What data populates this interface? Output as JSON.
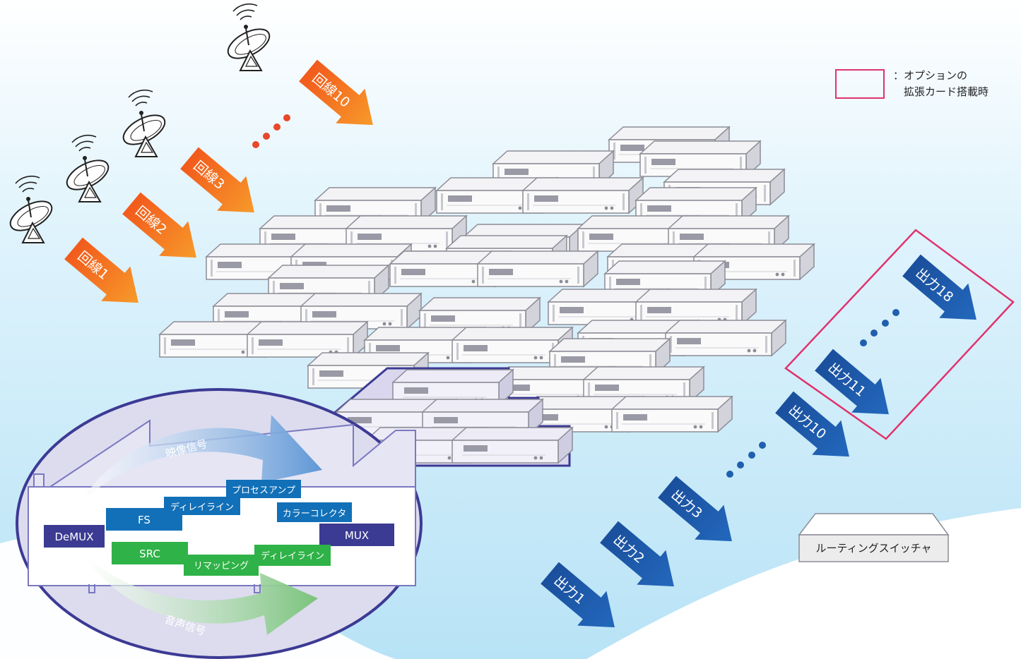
{
  "colors": {
    "sky": "#bfe7f8",
    "input_arrow": "#f07a20",
    "output_arrow": "#1f5fae",
    "option_frame": "#e0336d",
    "circle_border": "#3c3a94",
    "video_arrow": "#5f97d6",
    "audio_arrow": "#7ac37c",
    "blue_block": "#1170b8",
    "green_block": "#2fb247",
    "navy_block": "#3b3b93"
  },
  "legend": {
    "line1": "：オプションの",
    "line2": "　拡張カード搭載時"
  },
  "inputs": [
    {
      "label": "回線1"
    },
    {
      "label": "回線2"
    },
    {
      "label": "回線3"
    },
    {
      "label": "回線10"
    }
  ],
  "outputs": [
    {
      "label": "出力1"
    },
    {
      "label": "出力2"
    },
    {
      "label": "出力3"
    },
    {
      "label": "出力10"
    },
    {
      "label": "出力11"
    },
    {
      "label": "出力18"
    }
  ],
  "switch_label": "ルーティングスイッチャ",
  "detail": {
    "video_signal": "映像信号",
    "audio_signal": "音声信号",
    "blocks": {
      "demux": "DeMUX",
      "fs": "FS",
      "delay1": "ディレイライン",
      "proc_amp": "プロセスアンプ",
      "color_corrector": "カラーコレクタ",
      "mux": "MUX",
      "src": "SRC",
      "remapping": "リマッピング",
      "delay2": "ディレイライン"
    }
  },
  "icons": [
    "satellite-dish-icon",
    "rack-unit-icon",
    "ellipsis-dots-icon"
  ]
}
